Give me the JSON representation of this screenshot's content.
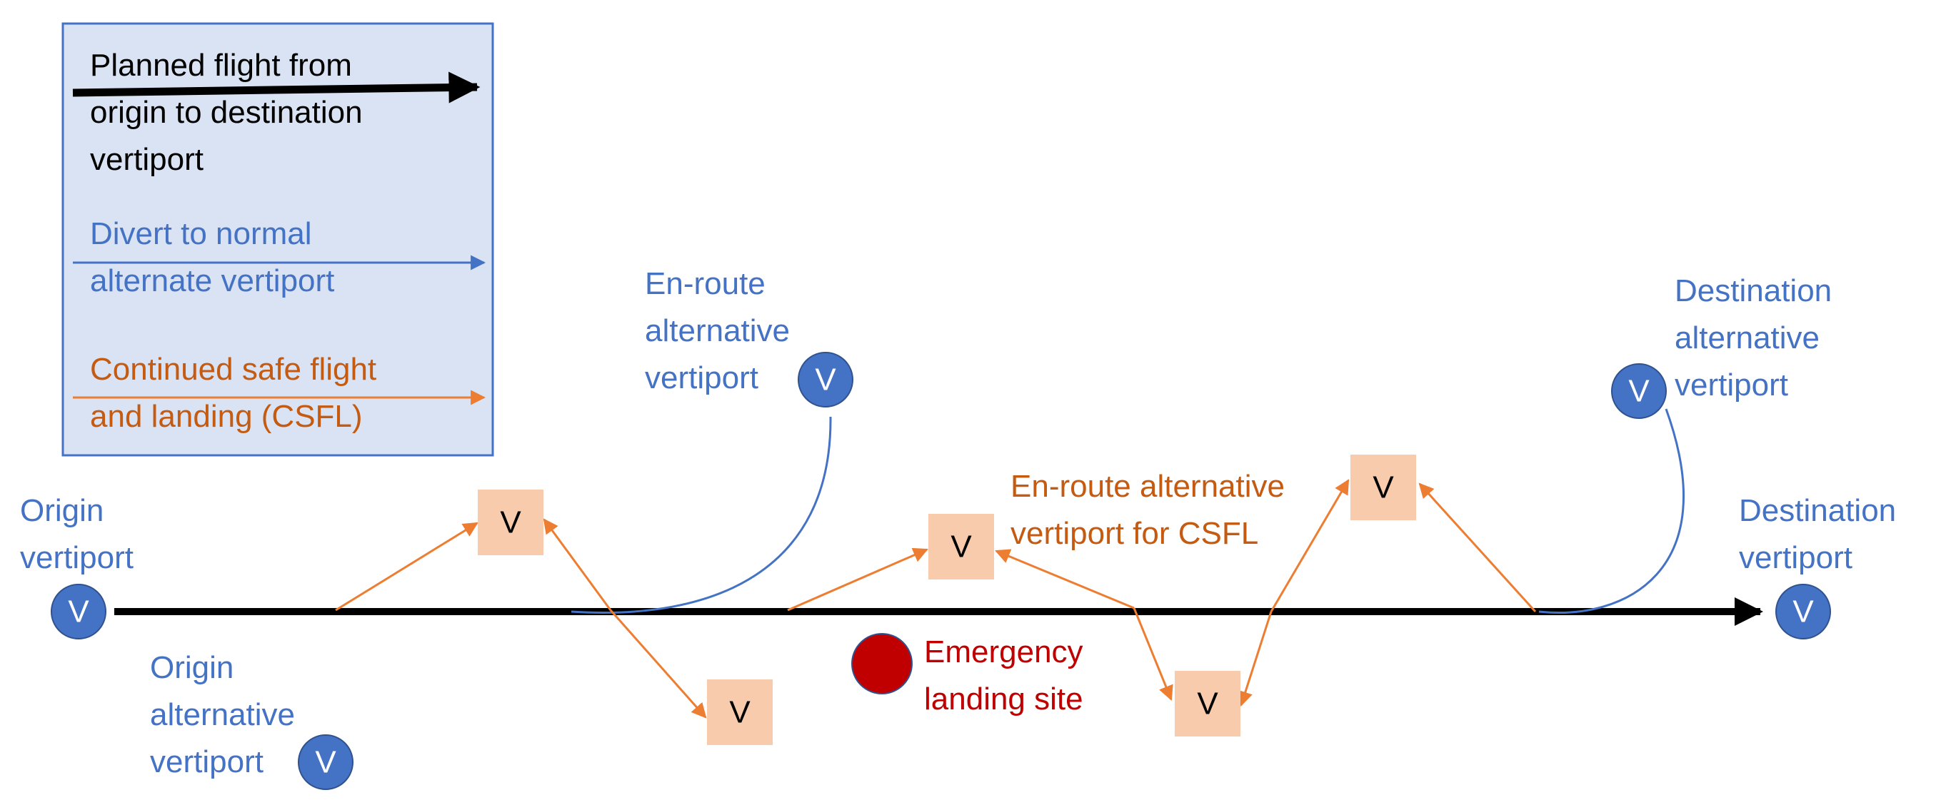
{
  "legend": {
    "planned": [
      "Planned flight from",
      "origin to destination",
      "vertiport"
    ],
    "divert": [
      "Divert to normal",
      "alternate vertiport"
    ],
    "csfl": [
      "Continued safe flight",
      "and landing (CSFL)"
    ]
  },
  "labels": {
    "origin": [
      "Origin",
      "vertiport"
    ],
    "origin_alt": [
      "Origin",
      "alternative",
      "vertiport"
    ],
    "enroute_alt": [
      "En-route",
      "alternative",
      "vertiport"
    ],
    "enroute_csfl": [
      "En-route alternative",
      "vertiport for CSFL"
    ],
    "emergency": [
      "Emergency",
      "landing site"
    ],
    "dest_alt": [
      "Destination",
      "alternative",
      "vertiport"
    ],
    "destination": [
      "Destination",
      "vertiport"
    ]
  },
  "vertiport_symbol": "V",
  "colors": {
    "blue": "#4472c4",
    "orange": "#ed7d31",
    "orange_text": "#c55a11",
    "square_fill": "#f8cbad",
    "red": "#c00000",
    "legend_fill": "#dae3f3",
    "legend_border": "#4472c4"
  }
}
